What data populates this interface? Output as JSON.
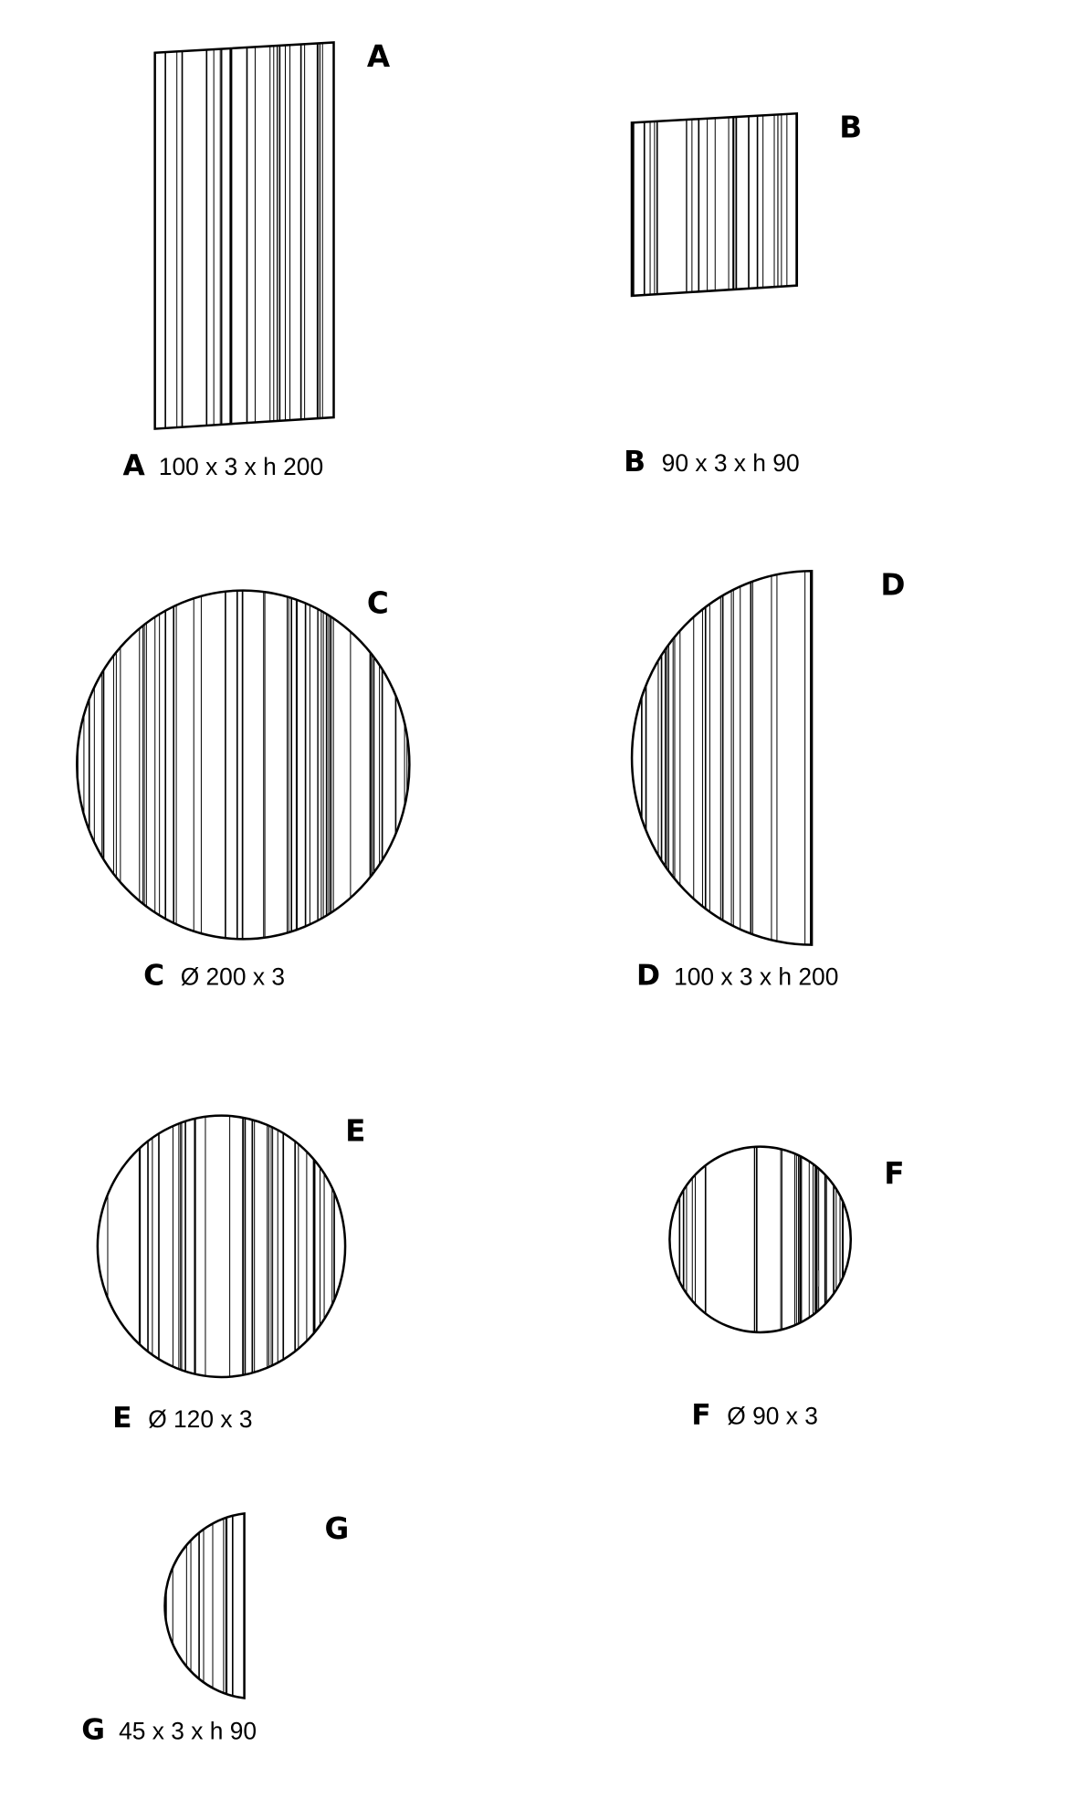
{
  "panels": [
    {
      "id": "A",
      "label": "A",
      "shape": "rectangle",
      "caption_letter": "A",
      "caption_dims": "100 x 3 x h 200"
    },
    {
      "id": "B",
      "label": "B",
      "shape": "square",
      "caption_letter": "B",
      "caption_dims": "90 x 3 x h 90"
    },
    {
      "id": "C",
      "label": "C",
      "shape": "circle",
      "caption_letter": "C",
      "caption_dims": "Ø 200 x 3"
    },
    {
      "id": "D",
      "label": "D",
      "shape": "half-circle",
      "caption_letter": "D",
      "caption_dims": "100 x 3 x h 200"
    },
    {
      "id": "E",
      "label": "E",
      "shape": "circle",
      "caption_letter": "E",
      "caption_dims": "Ø 120 x 3"
    },
    {
      "id": "F",
      "label": "F",
      "shape": "circle",
      "caption_letter": "F",
      "caption_dims": "Ø 90 x 3"
    },
    {
      "id": "G",
      "label": "G",
      "shape": "half-circle",
      "caption_letter": "G",
      "caption_dims": "45 x 3 x h 90"
    }
  ],
  "colors": {
    "line": "#000000",
    "background": "#ffffff"
  }
}
